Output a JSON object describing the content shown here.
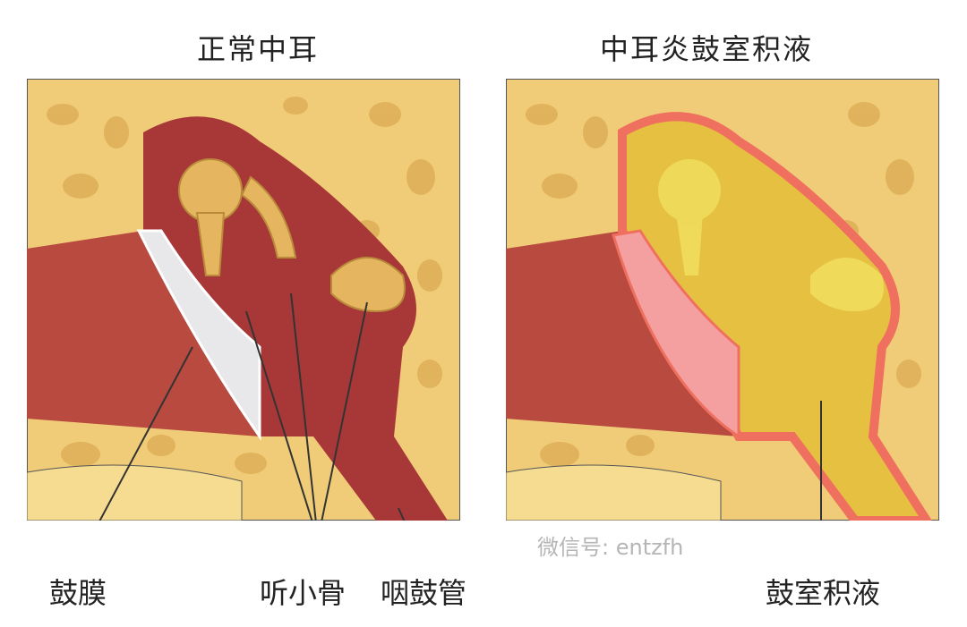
{
  "left_panel": {
    "title": "正常中耳"
  },
  "right_panel": {
    "title": "中耳炎鼓室积液"
  },
  "labels": {
    "eardrum": "鼓膜",
    "ossicles": "听小骨",
    "eustachian_tube": "咽鼓管",
    "effusion": "鼓室积液"
  },
  "watermark": "微信号: entzfh",
  "colors": {
    "bone": "#f0cc78",
    "cavity": "#a83838",
    "canal": "#b84a40",
    "membrane": "#e8e8ea",
    "fluid": "#e6c040",
    "inflamed": "#f07060"
  }
}
